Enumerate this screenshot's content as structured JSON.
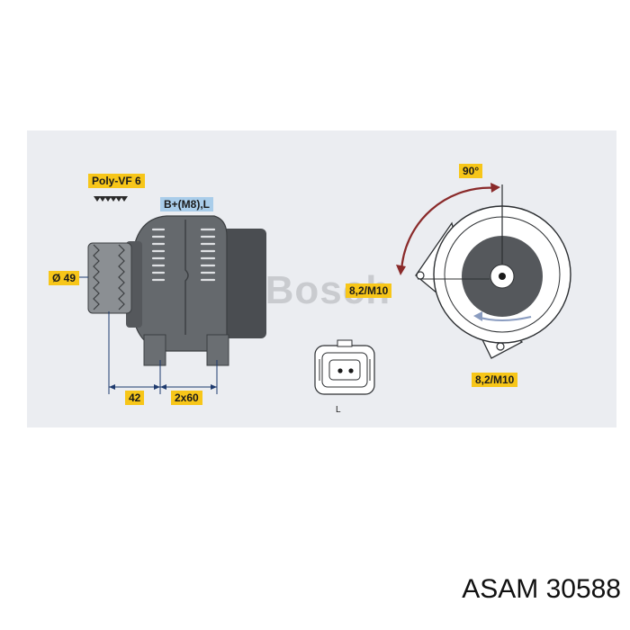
{
  "diagram": {
    "pulley_label": "Poly-VF 6",
    "terminal_label": "B+(M8),L",
    "diameter_label": "Ø 49",
    "dim_42": "42",
    "dim_2x60": "2x60",
    "angle_label": "90°",
    "mount_top_label": "8,2/M10",
    "mount_bottom_label": "8,2/M10",
    "connector_label": "L",
    "watermark_text": "© Bosch"
  },
  "caption": "ASAM 30588",
  "colors": {
    "label_yellow": "#f7c619",
    "label_blue": "#a9cdea",
    "arrow_red": "#8a2a2a",
    "body_gray": "#5f6367"
  }
}
